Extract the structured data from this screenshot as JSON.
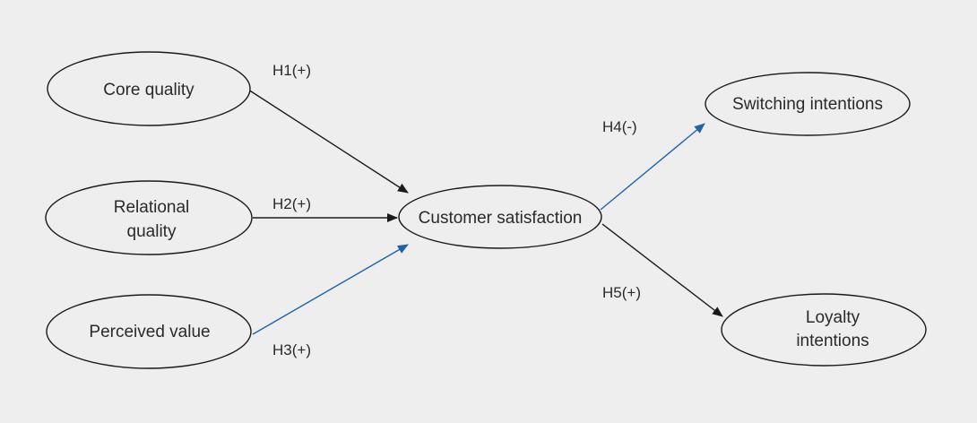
{
  "colors": {
    "background": "#eeeeee",
    "black_arrow": "#1a1a1a",
    "blue_arrow": "#1f63aa",
    "text": "#2a2a2a"
  },
  "nodes": {
    "core_quality": {
      "lines": [
        "Core quality"
      ]
    },
    "relational_quality": {
      "lines": [
        "Relational",
        "quality"
      ]
    },
    "perceived_value": {
      "lines": [
        "Perceived value"
      ]
    },
    "customer_satisfaction": {
      "lines": [
        "Customer satisfaction"
      ]
    },
    "switching_intentions": {
      "lines": [
        "Switching intentions"
      ]
    },
    "loyalty_intentions": {
      "lines": [
        "Loyalty",
        "intentions"
      ]
    }
  },
  "edges": {
    "h1": {
      "from": "core_quality",
      "to": "customer_satisfaction",
      "label": "H1(+)",
      "color": "black"
    },
    "h2": {
      "from": "relational_quality",
      "to": "customer_satisfaction",
      "label": "H2(+)",
      "color": "black"
    },
    "h3": {
      "from": "perceived_value",
      "to": "customer_satisfaction",
      "label": "H3(+)",
      "color": "blue"
    },
    "h4": {
      "from": "customer_satisfaction",
      "to": "switching_intentions",
      "label": "H4(-)",
      "color": "blue"
    },
    "h5": {
      "from": "customer_satisfaction",
      "to": "loyalty_intentions",
      "label": "H5(+)",
      "color": "black"
    }
  }
}
